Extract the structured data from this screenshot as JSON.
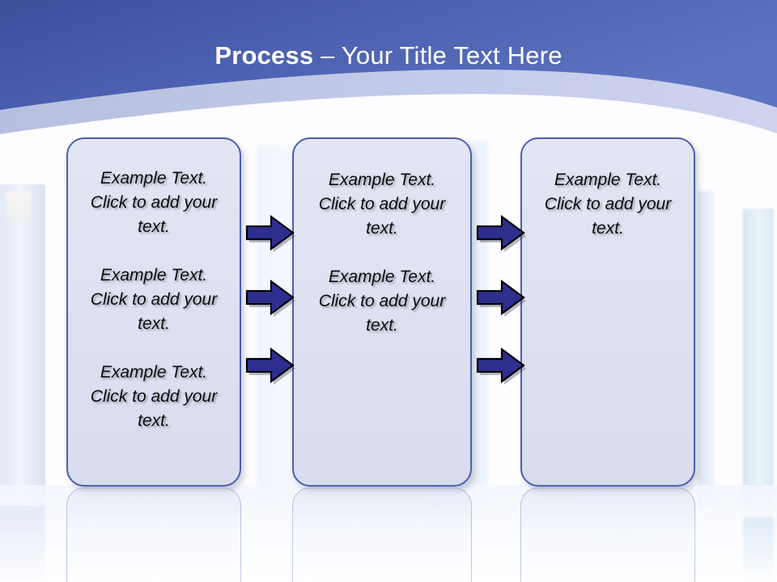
{
  "slide": {
    "title": {
      "strong": "Process",
      "rest": " – Your Title Text Here",
      "full": "Process – Your Title Text Here"
    },
    "theme": {
      "header_blue_dark": "#3e539f",
      "header_blue_light": "#5b72bd",
      "swoosh_periwinkle": "#bcc4e2",
      "box_border": "#4a5fad",
      "box_fill": "#dde1f1",
      "arrow_fill": "#2e2e8f",
      "arrow_outline": "#000000",
      "text_color": "#0b0b0b",
      "background": "#fdfdff"
    }
  },
  "columns": [
    {
      "name": "column-1",
      "paragraphs": [
        "Example Text. Click  to add your text.",
        "Example Text. Click  to add your text.",
        "Example Text. Click  to add your text."
      ]
    },
    {
      "name": "column-2",
      "paragraphs": [
        "Example Text. Click  to add your text.",
        "Example Text. Click  to add your text."
      ]
    },
    {
      "name": "column-3",
      "paragraphs": [
        "Example Text. Click  to add your text."
      ]
    }
  ],
  "connectors": [
    {
      "group": "gap-1",
      "index": 1,
      "icon": "right-arrow-icon"
    },
    {
      "group": "gap-1",
      "index": 2,
      "icon": "right-arrow-icon"
    },
    {
      "group": "gap-1",
      "index": 3,
      "icon": "right-arrow-icon"
    },
    {
      "group": "gap-2",
      "index": 1,
      "icon": "right-arrow-icon"
    },
    {
      "group": "gap-2",
      "index": 2,
      "icon": "right-arrow-icon"
    },
    {
      "group": "gap-2",
      "index": 3,
      "icon": "right-arrow-icon"
    }
  ]
}
